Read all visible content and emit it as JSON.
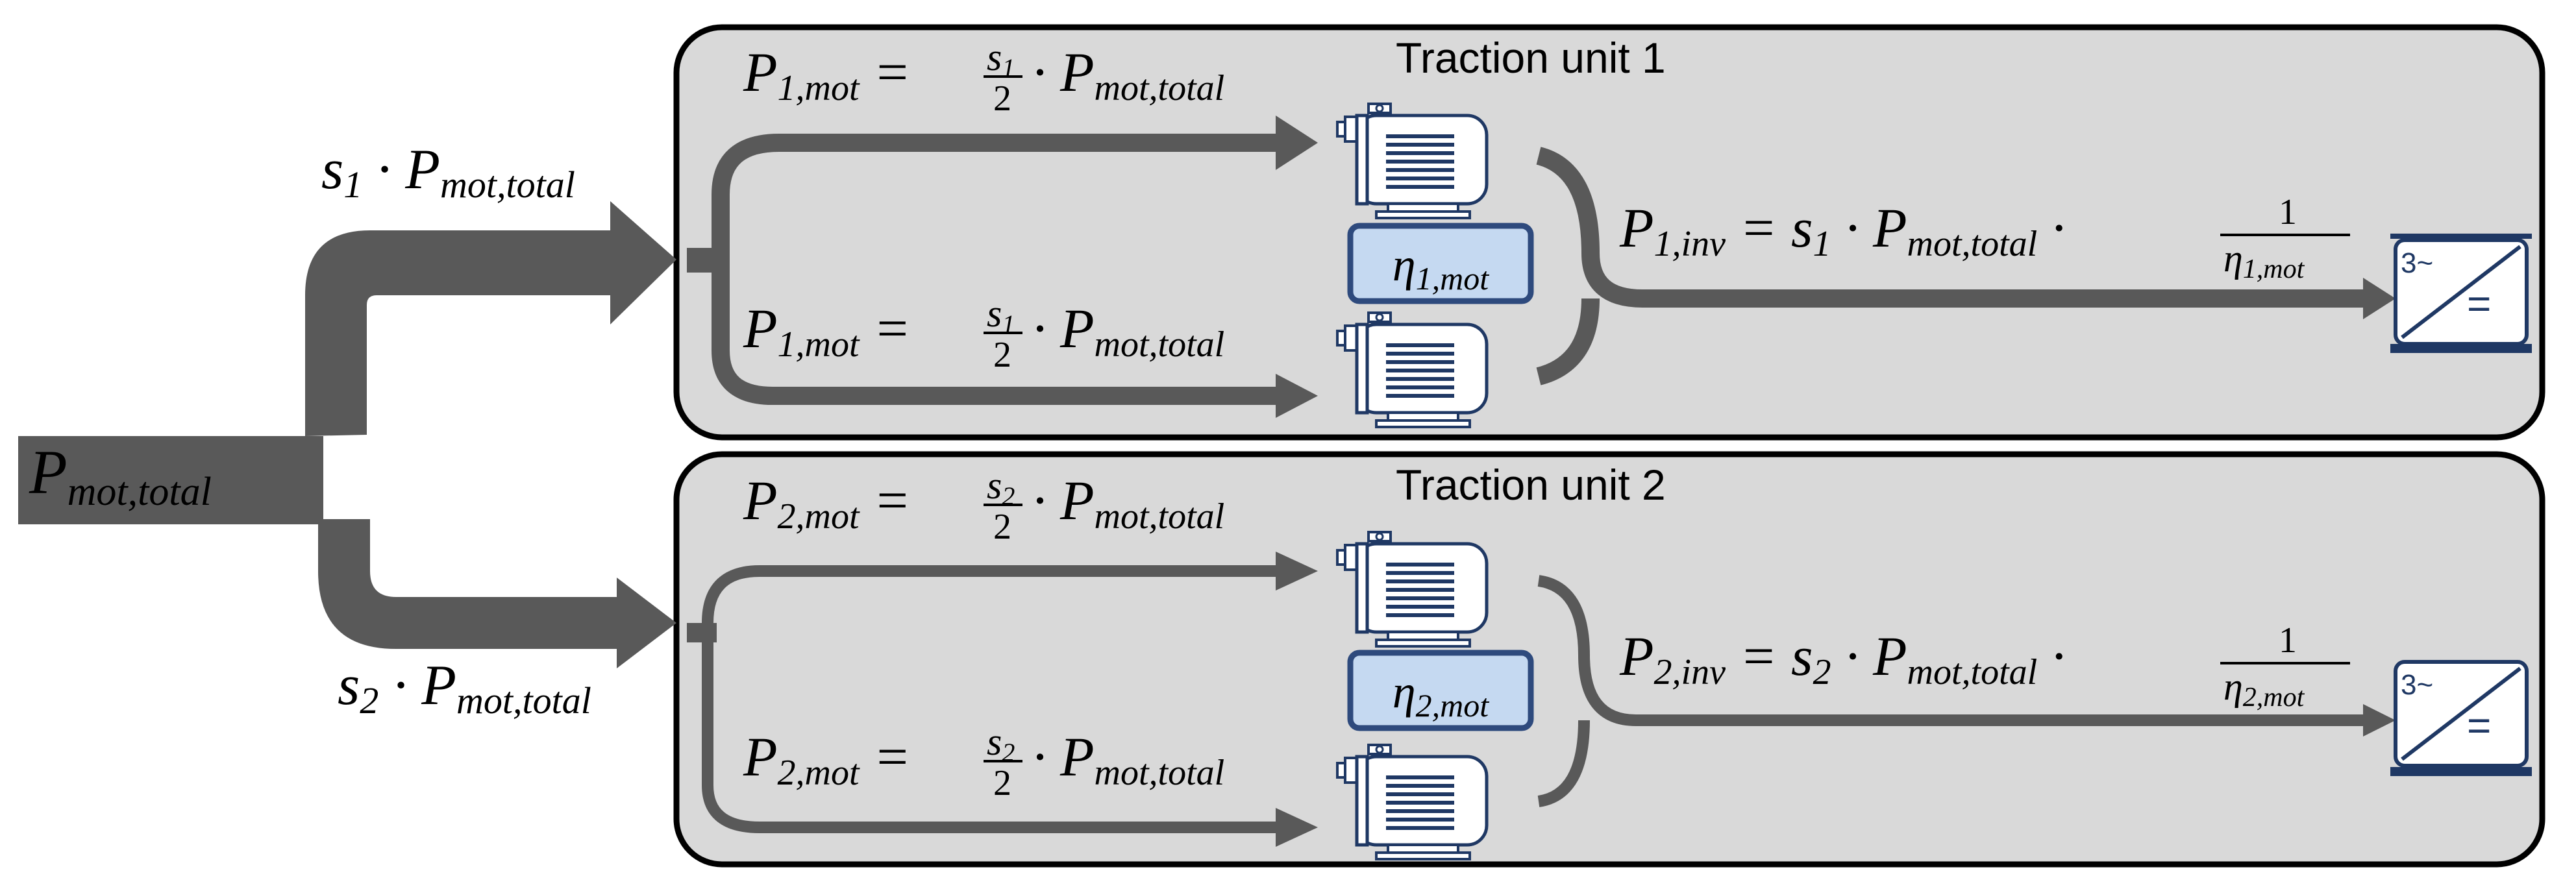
{
  "input": {
    "symbol": "P",
    "subscript": "mot,total"
  },
  "split": {
    "upper": {
      "factor": "s",
      "index": "1",
      "symbol": "P",
      "subscript": "mot,total"
    },
    "lower": {
      "factor": "s",
      "index": "2",
      "symbol": "P",
      "subscript": "mot,total"
    }
  },
  "units": [
    {
      "title": "Traction unit 1",
      "motor_power": {
        "lhs_sub": "1,mot",
        "num": "s",
        "num_sub": "1",
        "den": "2",
        "rhs": "P",
        "rhs_sub": "mot,total"
      },
      "efficiency": {
        "symbol": "η",
        "subscript": "1,mot"
      },
      "inverter_power": {
        "lhs_sub": "1,inv",
        "factor": "s",
        "factor_sub": "1",
        "rhs": "P",
        "rhs_sub": "mot,total",
        "frac_num": "1",
        "frac_den": "η",
        "frac_den_sub": "1,mot"
      },
      "inverter": {
        "ac_label": "3~",
        "dc_label": "="
      }
    },
    {
      "title": "Traction unit 2",
      "motor_power": {
        "lhs_sub": "2,mot",
        "num": "s",
        "num_sub": "2",
        "den": "2",
        "rhs": "P",
        "rhs_sub": "mot,total"
      },
      "efficiency": {
        "symbol": "η",
        "subscript": "2,mot"
      },
      "inverter_power": {
        "lhs_sub": "2,inv",
        "factor": "s",
        "factor_sub": "2",
        "rhs": "P",
        "rhs_sub": "mot,total",
        "frac_num": "1",
        "frac_den": "η",
        "frac_den_sub": "2,mot"
      },
      "inverter": {
        "ac_label": "3~",
        "dc_label": "="
      }
    }
  ],
  "colors": {
    "flow": "#595959",
    "panel_fill": "#d9d9d9",
    "panel_stroke": "#000000",
    "eff_fill": "#c5d9f1",
    "eff_stroke": "#2e4a7d",
    "equipment": "#1f3864"
  }
}
